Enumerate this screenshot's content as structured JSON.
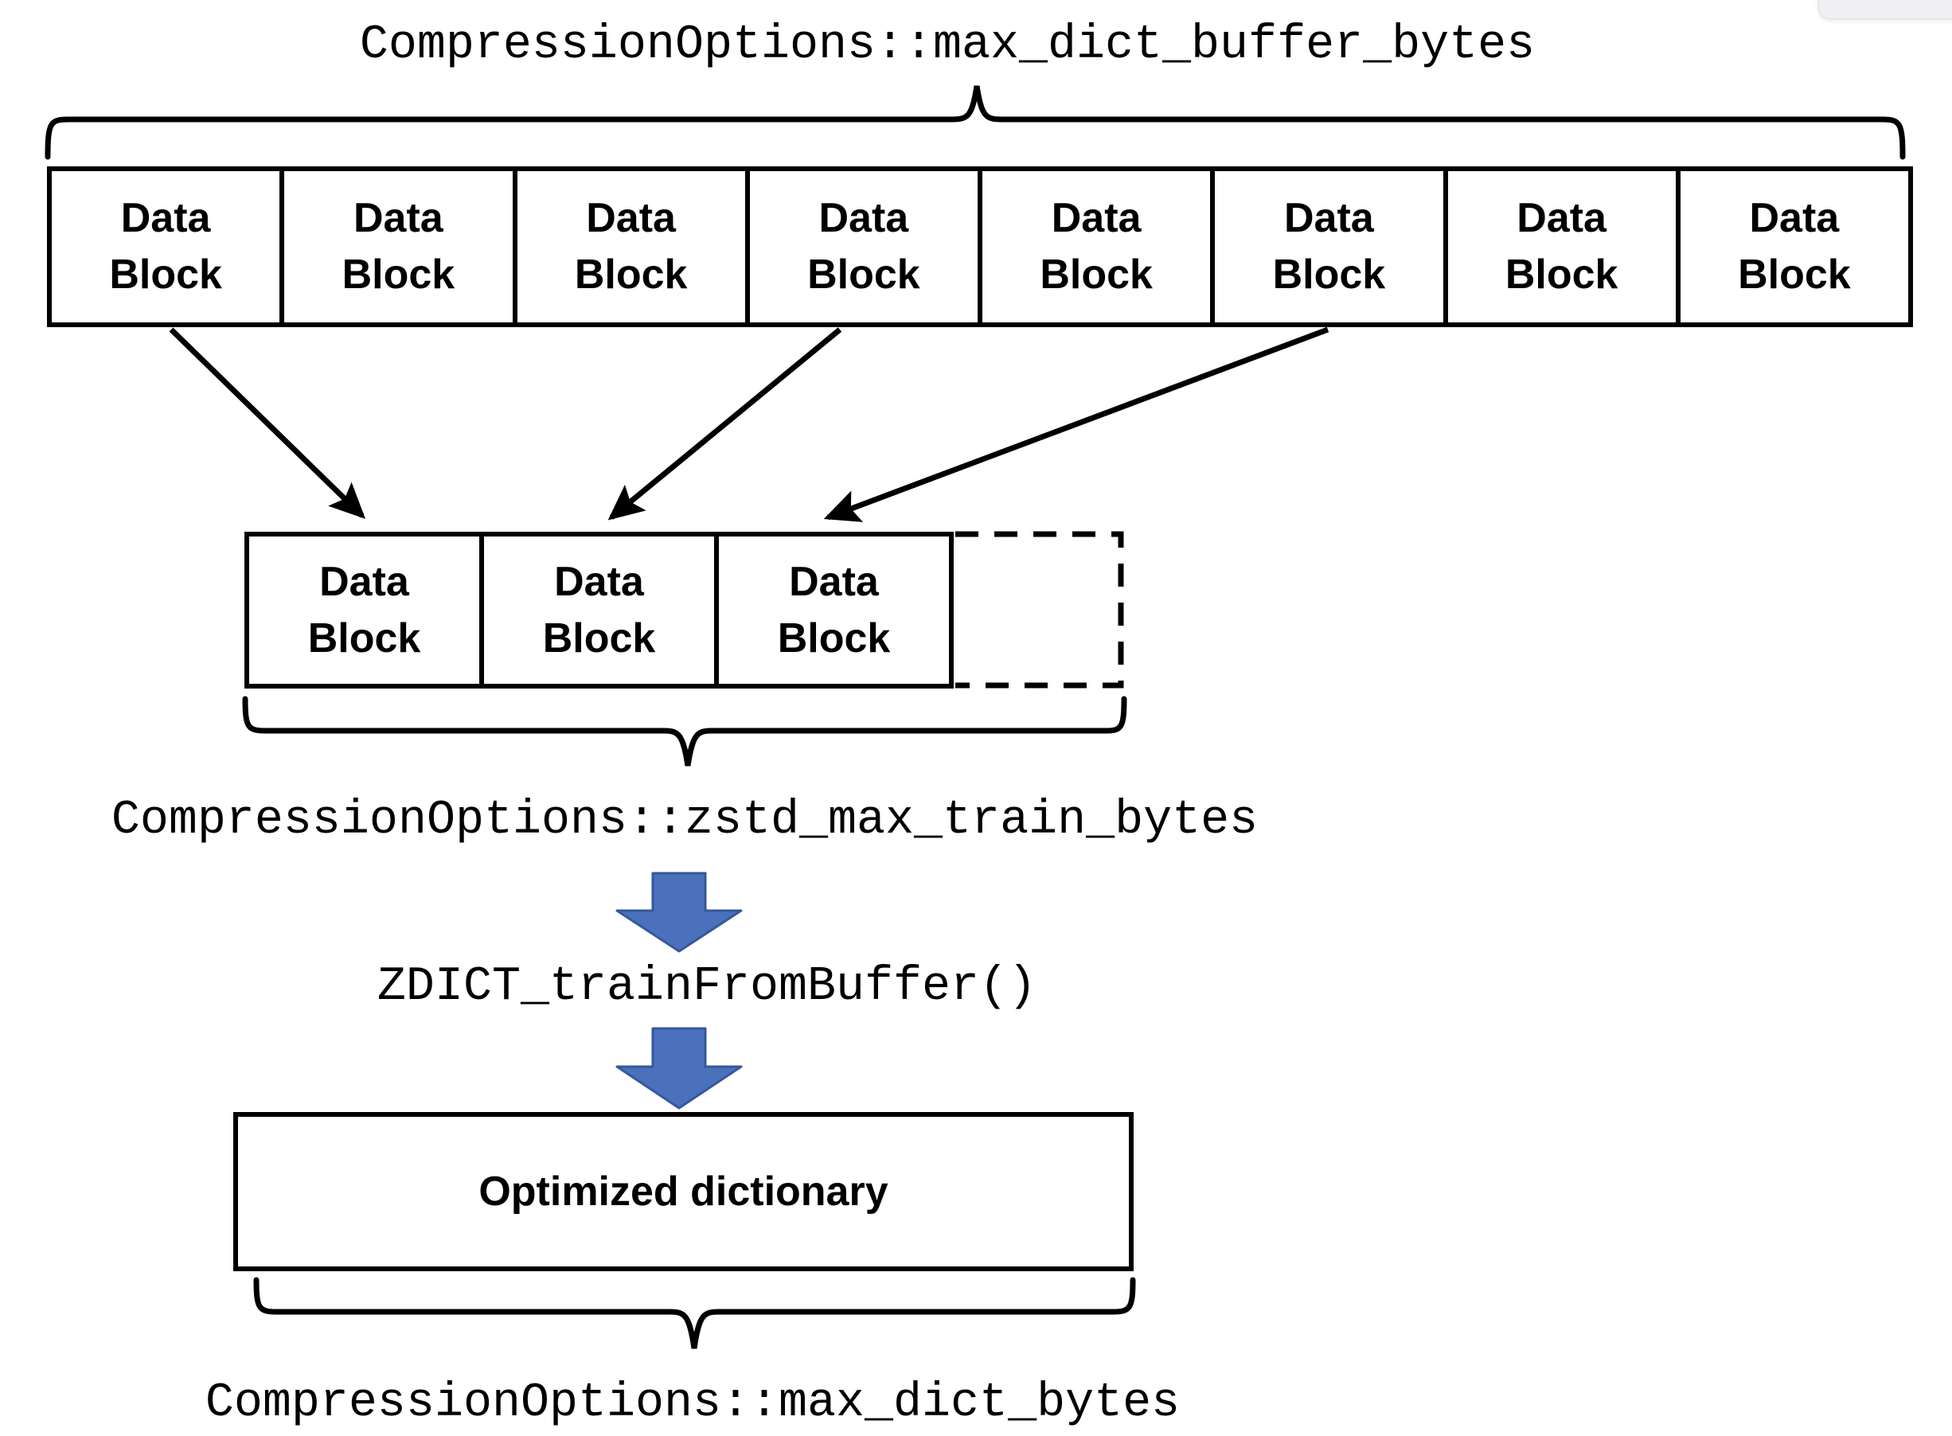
{
  "diagram": {
    "title_label": "CompressionOptions::max_dict_buffer_bytes",
    "train_label": "CompressionOptions::zstd_max_train_bytes",
    "function_label": "ZDICT_trainFromBuffer()",
    "dict_label": "CompressionOptions::max_dict_bytes",
    "dictionary_box_label": "Optimized dictionary",
    "top_row_blocks": [
      {
        "label": "Data\nBlock"
      },
      {
        "label": "Data\nBlock"
      },
      {
        "label": "Data\nBlock"
      },
      {
        "label": "Data\nBlock"
      },
      {
        "label": "Data\nBlock"
      },
      {
        "label": "Data\nBlock"
      },
      {
        "label": "Data\nBlock"
      },
      {
        "label": "Data\nBlock"
      }
    ],
    "sampled_row_blocks": [
      {
        "label": "Data\nBlock"
      },
      {
        "label": "Data\nBlock"
      },
      {
        "label": "Data\nBlock"
      }
    ],
    "colors": {
      "arrow_fill": "#4B71BC",
      "arrow_stroke": "#35589B",
      "line_black": "#000000",
      "background": "#ffffff"
    }
  }
}
